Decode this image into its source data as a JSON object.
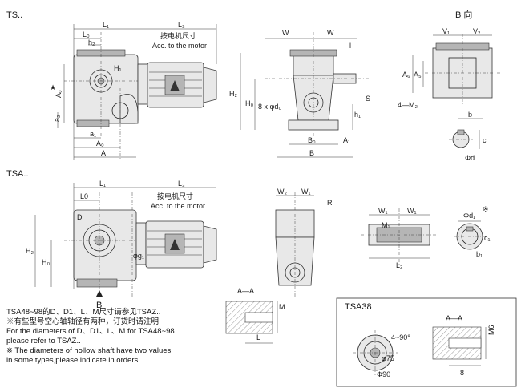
{
  "sections": {
    "ts_title": "TS..",
    "tsa_title": "TSA..",
    "tsa38_title": "TSA38",
    "view_b": "B 向",
    "marker_b": "B",
    "section_aa_1": "A—A",
    "section_aa_2": "A—A"
  },
  "ts_labels": {
    "L1": "L₁",
    "L3": "L₃",
    "L0": "L₀",
    "h2": "h₂",
    "H1": "H₁",
    "A0": "A₀",
    "a2": "a₂",
    "a1": "a₁",
    "A0b": "A₀",
    "A": "A",
    "motor_cn": "按电机尺寸",
    "motor_en": "Acc. to the motor",
    "W1": "W",
    "W2": "W",
    "l": "l",
    "H2": "H₂",
    "H0": "H₀",
    "phi_d0": "8 x φd₀",
    "h1": "h₁",
    "S": "S",
    "B0": "B₀",
    "A1": "A₁",
    "B": "B",
    "V1": "V₁",
    "V2": "V₂",
    "A6": "A₆",
    "A5": "A₅",
    "M2": "4—M₂",
    "b": "b",
    "c": "c",
    "phid": "Φd",
    "star": "★"
  },
  "tsa_labels": {
    "L1": "L₁",
    "L3": "L₃",
    "L0": "L0",
    "D": "D",
    "H2": "H₂",
    "H0": "H₀",
    "g1": "φg₁",
    "motor_cn": "按电机尺寸",
    "motor_en": "Acc. to the motor",
    "W2": "W₂",
    "W1": "W₁",
    "R": "R",
    "W1a": "W₁",
    "W1b": "W₁",
    "M1": "M₁",
    "L2": "L₂",
    "phid1": "Φd₁",
    "star": "※",
    "c1": "c₁",
    "b1": "b₁",
    "M": "M",
    "L": "L"
  },
  "tsa38_labels": {
    "angle": "4~90°",
    "phi75": "φ75",
    "phi90": "Φ90",
    "M6": "M6",
    "eight": "8"
  },
  "notes": [
    "TSA48~98的D、D1、L、M尺寸请参见TSAZ..",
    "※有些型号空心轴轴径有两种，订货时请注明",
    "For the diameters of D、D1、L、M for TSA48~98",
    "please refer to TSAZ..",
    "※ The diameters of hollow shaft have two values",
    "in some types,please indicate in orders."
  ]
}
